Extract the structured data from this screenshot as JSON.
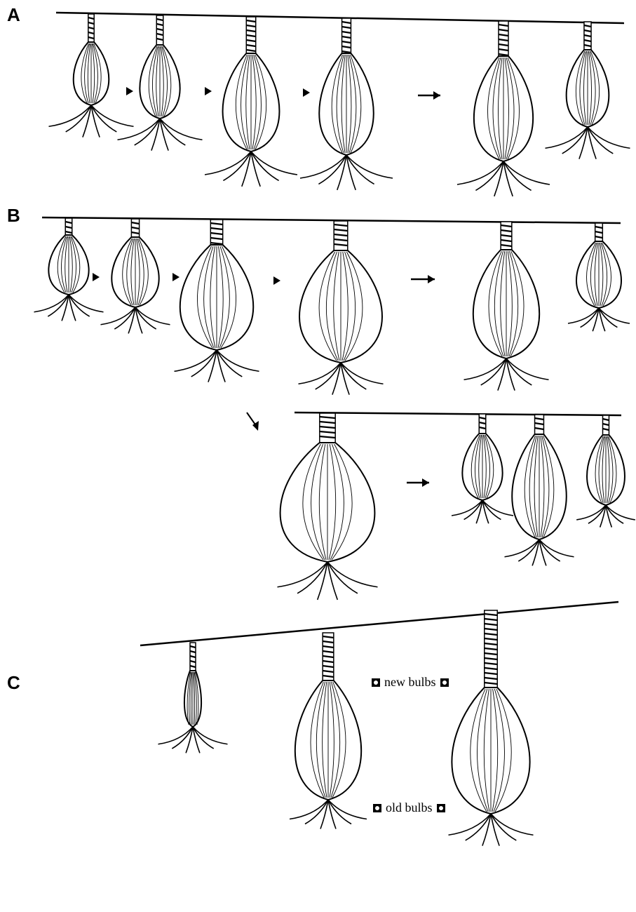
{
  "panels": [
    {
      "label": "A"
    },
    {
      "label": "B"
    },
    {
      "label": "C"
    }
  ],
  "annotations": {
    "new_bulbs": "new bulbs",
    "old_bulbs": "old bulbs"
  },
  "colors": {
    "ink": "#000000",
    "paper": "#ffffff"
  }
}
